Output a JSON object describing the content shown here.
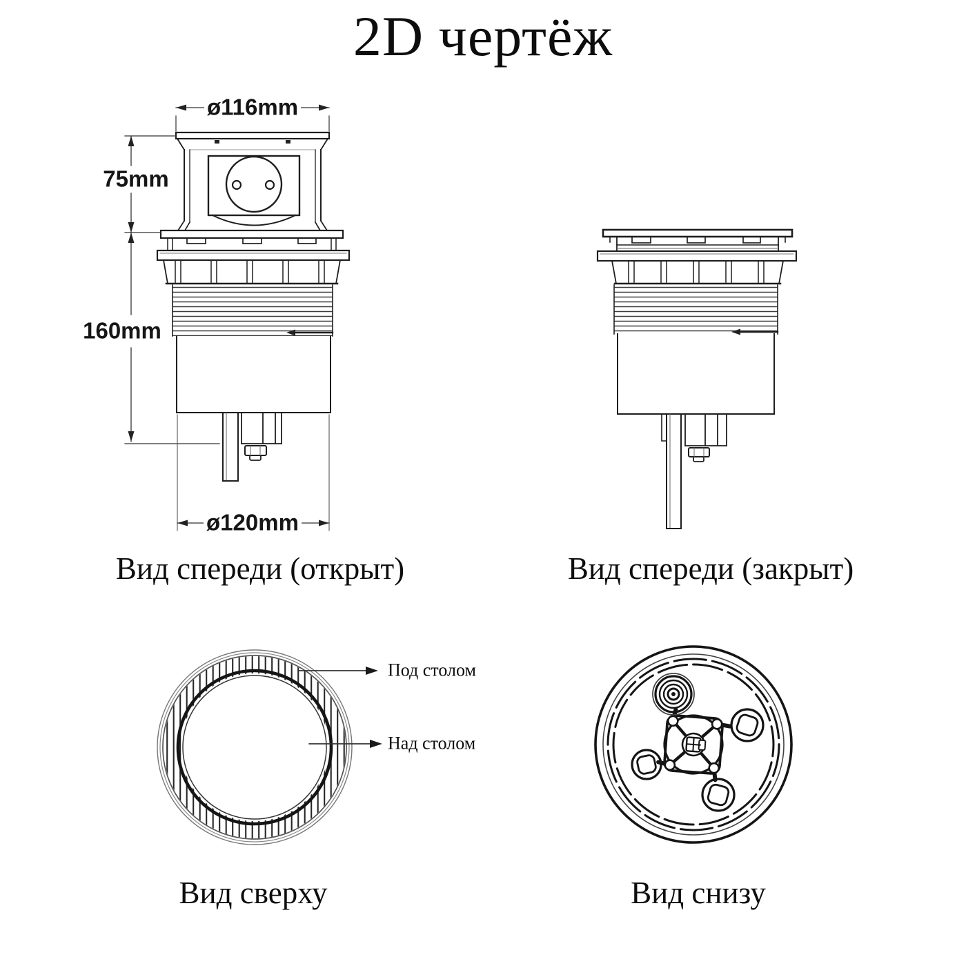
{
  "title": "2D чертёж",
  "views": {
    "front_open": {
      "caption": "Вид спереди (открыт)",
      "dims": {
        "top_diameter": "ø116mm",
        "popup_height": "75mm",
        "body_depth": "160mm",
        "bottom_diameter": "ø120mm"
      }
    },
    "front_closed": {
      "caption": "Вид спереди (закрыт)"
    },
    "top": {
      "caption": "Вид сверху",
      "labels": {
        "under_table": "Под столом",
        "above_table": "Над столом"
      }
    },
    "bottom": {
      "caption": "Вид снизу"
    }
  }
}
